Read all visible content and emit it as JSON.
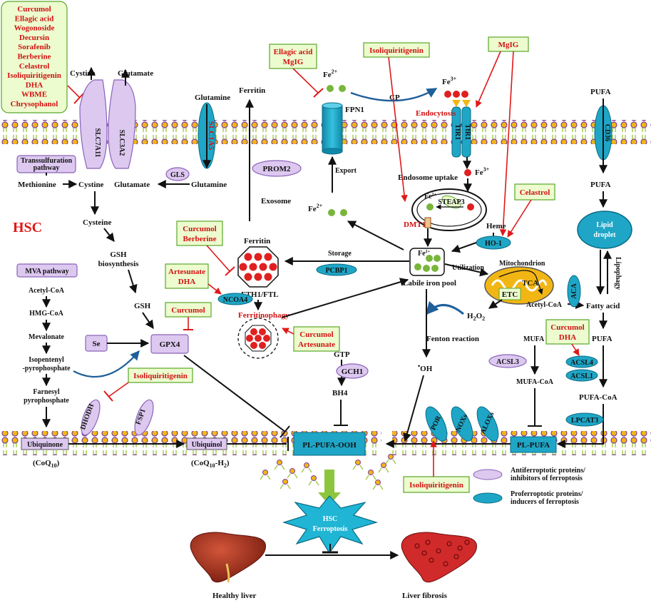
{
  "drugs": {
    "slc7a11_inhibitors": [
      "Curcumol",
      "Ellagic acid",
      "Wogonoside",
      "Decursin",
      "Sorafenib",
      "Berberine",
      "Celastrol",
      "Isoliquiritigenin",
      "DHA",
      "WBME",
      "Chrysophanol"
    ],
    "fpn1": [
      "Ellagic acid",
      "MgIG"
    ],
    "dmt1": "Isoliquiritigenin",
    "tfr1": "MgIG",
    "ho1": "Celastrol",
    "ferritin": [
      "Curcumol",
      "Berberine"
    ],
    "ncoa4": [
      "Artesunate",
      "DHA"
    ],
    "gpx4": "Curcumol",
    "ferritinophagy": [
      "Curcumol",
      "Artesunate"
    ],
    "dhodh": "Isoliquiritigenin",
    "acsl4": [
      "Curcumol",
      "DHA"
    ],
    "por": "Isoliquiritigenin"
  },
  "labels": {
    "cystine": "Cystine",
    "glutamate_top": "Glutamate",
    "glutamine_top": "Glutamine",
    "slc7a11": "SLC7A11",
    "slc3a2": "SLC3A2",
    "slc1a5": "SLC1A5",
    "ferritin_top": "Ferritin",
    "fe2_top": "Fe",
    "fe3": "Fe",
    "cp": "CP",
    "fpn1": "FPN1",
    "export": "Export",
    "endocytosis": "Endocytosis",
    "tfr1": "TfR1",
    "pufa_top": "PUFA",
    "cd36": "CD36",
    "transsulfuration": [
      "Transsulfuration",
      "pathway"
    ],
    "gls": "GLS",
    "methionine": "Methionine",
    "cystine_in": "Cystine",
    "glutamate_in": "Glutamate",
    "glutamine_in": "Glutamine",
    "prom2": "PROM2",
    "exosome": "Exosome",
    "endosome_uptake": "Endosome uptake",
    "steap3": "STEAP3",
    "dmt1": "DMT1",
    "heme": "Heme",
    "ho1": "HO-1",
    "pufa_in": "PUFA",
    "lipid_droplet": [
      "Lipid",
      "droplet"
    ],
    "lipophagy": "Lipophagy",
    "hsc": "HSC",
    "cysteine": "Cysteine",
    "gsh_biosynthesis": [
      "GSH",
      "biosynthesis"
    ],
    "mva_pathway": "MVA pathway",
    "mva_chain": [
      "Acetyl-CoA",
      "HMG-CoA",
      "Mevalonate",
      "Isopentenyl",
      "-pyrophosphate",
      "Farnesyl",
      "pyrophosphate"
    ],
    "ferritin_mid": "Ferritin",
    "fth1": "FTH1/FTL",
    "ncoa4": "NCOA4",
    "ferritinophagy": "Ferritinophagy",
    "storage": "Storage",
    "pcbp1": "PCBP1",
    "utilization": "Utilization",
    "mitochondrion": "Mitochondrion",
    "tca": "TCA",
    "etc": "ETC",
    "labile_iron_pool": "Labile iron pool",
    "h2o2": "H",
    "acetyl_coa_right": "Acetyl-CoA",
    "aca": "ACA",
    "fatty_acid": "Fatty acid",
    "gsh": "GSH",
    "se": "Se",
    "gpx4": "GPX4",
    "fenton": "Fenton reaction",
    "mufa": "MUFA",
    "acsl3": "ACSL3",
    "mufa_coa": "MUFA-CoA",
    "pufa_mid": "PUFA",
    "acsl4": "ACSL4",
    "acsl1": "ACSL1",
    "pufa_coa": "PUFA-CoA",
    "lpcat3": "LPCAT3",
    "gtp": "GTP",
    "gch1": "GCH1",
    "bh4": "BH4",
    "oh": "OH",
    "dhodh": "DHODH",
    "fsp1": "FSP1",
    "ubiquinone": "Ubiquinone",
    "ubiquinol": "Ubiquinol",
    "coq10": "(CoQ",
    "coq10h2": "(CoQ",
    "pl_pufa_ooh": "PL-PUFA-OOH",
    "por": "POR",
    "noxs": "NOXs",
    "aloxs": "ALOXs",
    "pl_pufa": "PL-PUFA",
    "hsc_ferroptosis": [
      "HSC",
      "Ferroptosis"
    ],
    "legend_anti": [
      "Antiferroptotic proteins/",
      "inhibitors of ferroptosis"
    ],
    "legend_pro": [
      "Proferroptotic proteins/",
      "inducers of ferroptosis"
    ],
    "healthy_liver": "Healthy liver",
    "liver_fibrosis": "Liver fibrosis"
  },
  "colors": {
    "inhibitor_text": "#d21010",
    "pro_protein": "#1fa6c6",
    "anti_protein": "#ddc8f0",
    "membrane": "#9bc53d",
    "drug_box": "#ecfccf"
  }
}
